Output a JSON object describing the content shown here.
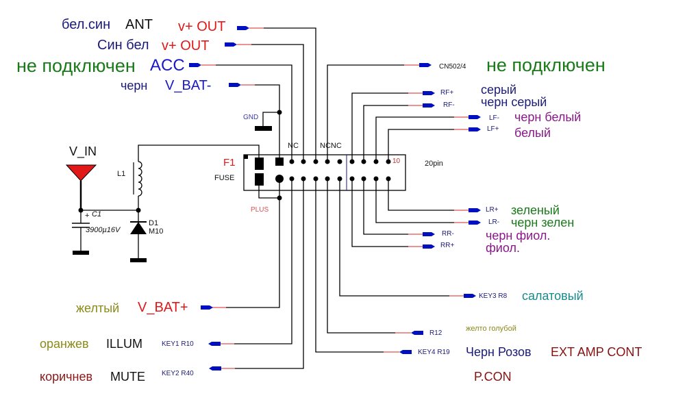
{
  "colors": {
    "wire": "#000000",
    "stub": "#e05050",
    "connector": "#0010c0",
    "navy": "#1a1a7a",
    "red": "#e01818",
    "green": "#1a7a1a",
    "blue": "#1818c8",
    "purple": "#8a188a",
    "olive": "#8a8a18",
    "brown": "#8a1818",
    "teal": "#188a8a",
    "darkred": "#8a1010"
  },
  "left_pins": [
    {
      "color_label": "бел.син",
      "signal": "ANT",
      "function": "v+ OUT"
    },
    {
      "color_label": "Син бел",
      "function": "v+ OUT"
    },
    {
      "color_label": "не подключен",
      "function": "ACC"
    },
    {
      "color_label": "черн",
      "function": "V_BAT-"
    },
    {
      "color_label": "желтый",
      "function": "V_BAT+"
    },
    {
      "color_label": "оранжев",
      "function": "ILLUM",
      "ref": "KEY1 R10"
    },
    {
      "color_label": "коричнев",
      "function": "MUTE",
      "ref": "KEY2 R40"
    }
  ],
  "right_pins": [
    {
      "ref": "CN502/4",
      "color_label": "не подключен"
    },
    {
      "ref": "RF+",
      "color_label": "серый"
    },
    {
      "ref": "RF-",
      "color_label": "черн серый"
    },
    {
      "ref": "LF-",
      "color_label": "черн белый"
    },
    {
      "ref": "LF+",
      "color_label": "белый"
    },
    {
      "ref": "LR+",
      "color_label": "зеленый"
    },
    {
      "ref": "LR-",
      "color_label": "черн зелен"
    },
    {
      "ref": "RR-",
      "color_label": "черн фиол."
    },
    {
      "ref": "RR+",
      "color_label": "фиол."
    },
    {
      "ref": "KEY3 R8",
      "color_label": "салатовый"
    },
    {
      "ref": "R12",
      "color_label": "желто голубой"
    },
    {
      "ref": "KEY4 R19",
      "color_label": "Черн Розов",
      "function": "EXT AMP CONT"
    },
    {
      "function": "P.CON"
    }
  ],
  "components": {
    "gnd": "GND",
    "nc1": "NC",
    "nc2": "NCNC",
    "fuse_ref": "F1",
    "fuse_label": "FUSE",
    "plus": "PLUS",
    "pin10": "10",
    "connector": "20pin",
    "vin": "V_IN",
    "inductor": "L1",
    "cap_ref": "C1",
    "cap_plus": "+",
    "cap_value": "3900µ16V",
    "diode_ref": "D1",
    "diode_value": "M10"
  }
}
